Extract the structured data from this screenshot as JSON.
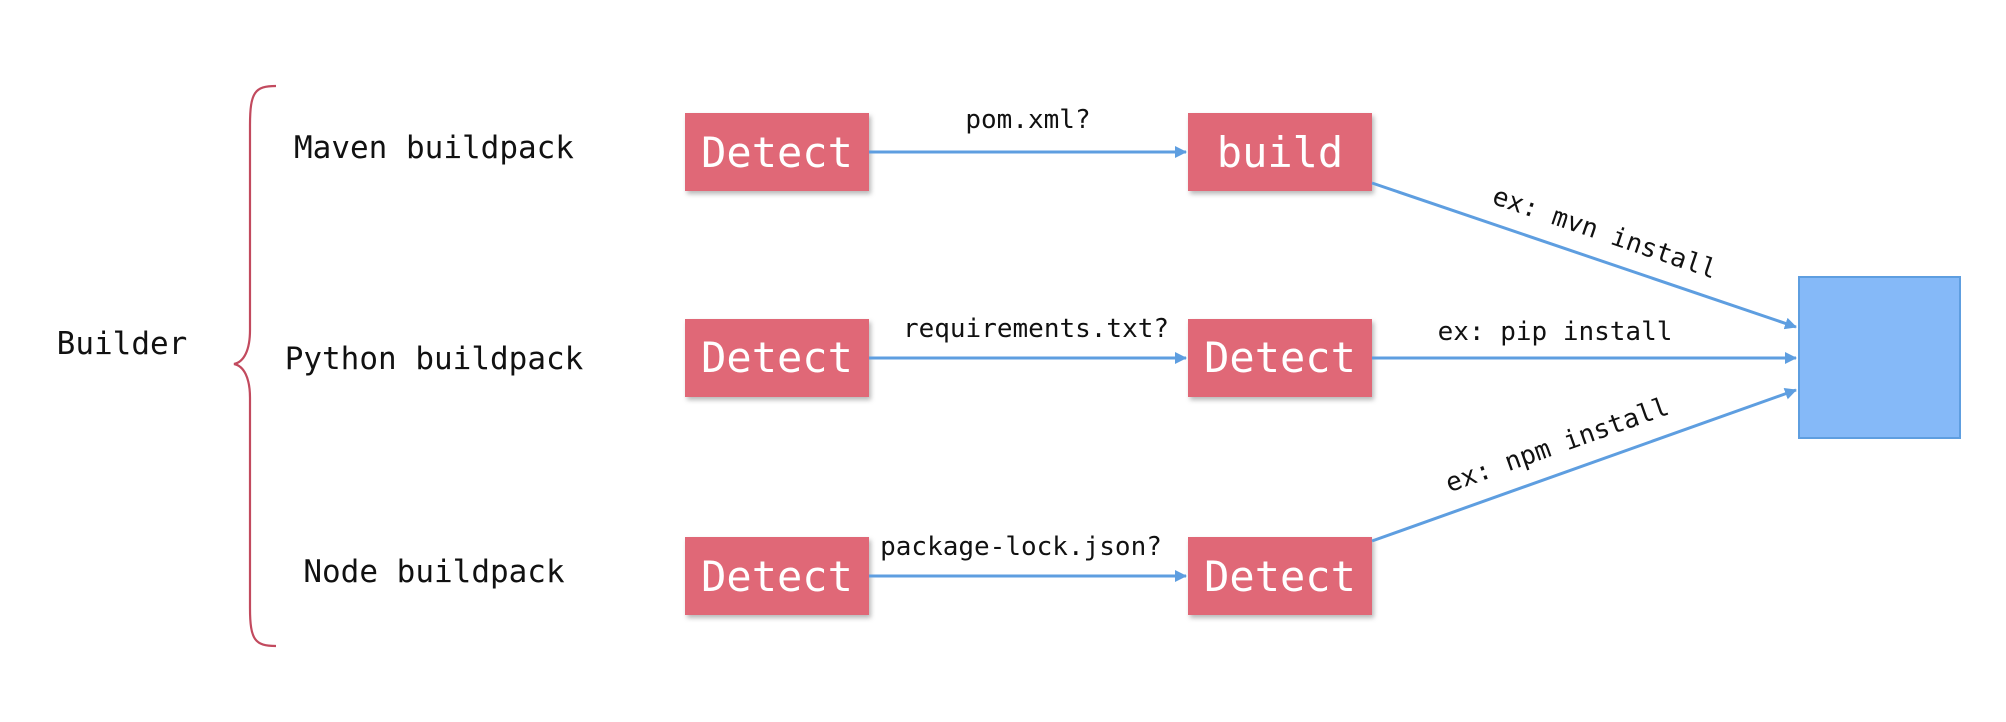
{
  "builder": {
    "label": "Builder"
  },
  "buildpacks": [
    {
      "name": "Maven buildpack",
      "detect_label": "Detect",
      "condition": "pom.xml?",
      "step_label": "build",
      "command": "ex: mvn install"
    },
    {
      "name": "Python buildpack",
      "detect_label": "Detect",
      "condition": "requirements.txt?",
      "step_label": "Detect",
      "command": "ex: pip install"
    },
    {
      "name": "Node buildpack",
      "detect_label": "Detect",
      "condition": "package-lock.json?",
      "step_label": "Detect",
      "command": "ex: npm install"
    }
  ],
  "colors": {
    "box": "#e06777",
    "edge": "#5e9ee0",
    "target": "#85b9f8",
    "brace": "#c24a5e"
  }
}
